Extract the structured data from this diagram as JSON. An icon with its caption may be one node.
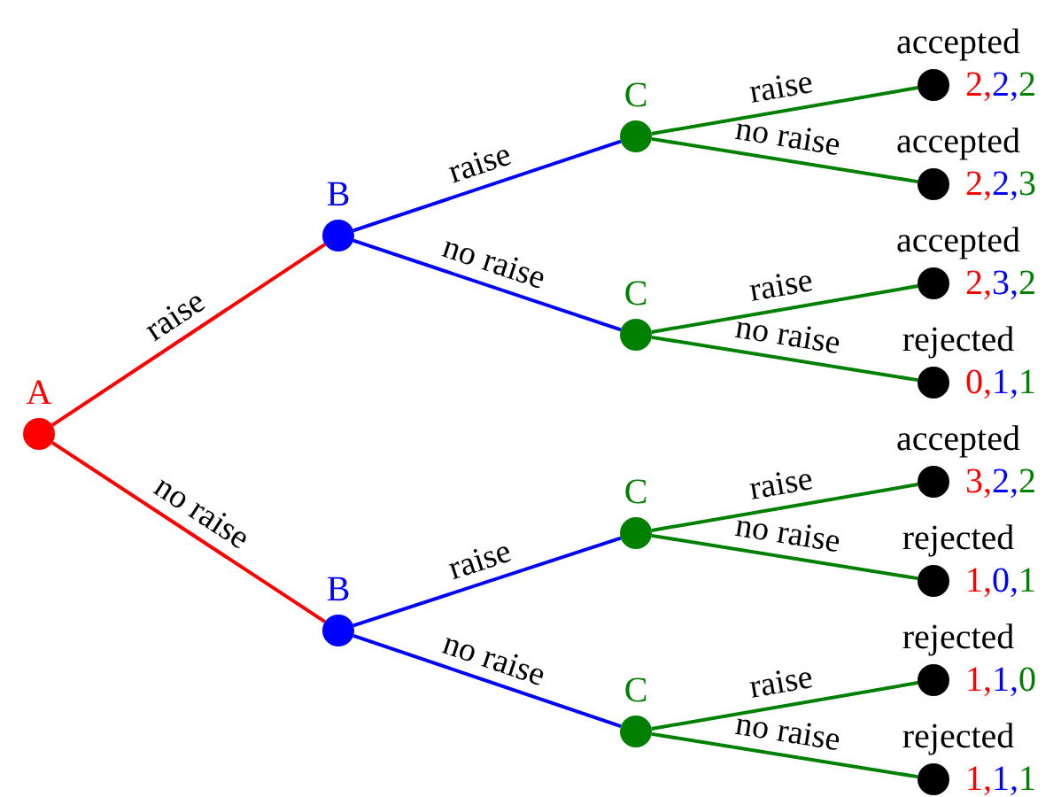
{
  "diagram": {
    "nodes": [
      {
        "text": [
          "A"
        ]
      },
      {
        "text": [
          "B"
        ]
      },
      {
        "text": [
          "B"
        ]
      },
      {
        "text": [
          "C"
        ]
      },
      {
        "text": [
          "C"
        ]
      },
      {
        "text": [
          "C"
        ]
      },
      {
        "text": [
          "C"
        ]
      },
      {
        "text": [
          "accepted"
        ],
        "beside": [
          "2,2,2"
        ]
      },
      {
        "text": [
          "accepted"
        ],
        "beside": [
          "2,2,3"
        ]
      },
      {
        "text": [
          "accepted"
        ],
        "beside": [
          "2,3,2"
        ]
      },
      {
        "text": [
          "rejected"
        ],
        "beside": [
          "0,1,1"
        ]
      },
      {
        "text": [
          "accepted"
        ],
        "beside": [
          "3,2,2"
        ]
      },
      {
        "text": [
          "rejected"
        ],
        "beside": [
          "1,0,1"
        ]
      },
      {
        "text": [
          "rejected"
        ],
        "beside": [
          "1,1,0"
        ]
      },
      {
        "text": [
          "rejected"
        ],
        "beside": [
          "1,1,1"
        ]
      }
    ],
    "edges": [
      {
        "from": 0,
        "to": 1,
        "arrow": "none",
        "label": "raise",
        "color": "#ff0000"
      },
      {
        "from": 0,
        "to": 2,
        "arrow": "none",
        "label": "no raise",
        "color": "#ff0000"
      },
      {
        "from": 1,
        "to": 3,
        "arrow": "none",
        "label": "raise",
        "color": "#0000ff"
      },
      {
        "from": 1,
        "to": 4,
        "arrow": "none",
        "label": "no raise",
        "color": "#0000ff"
      },
      {
        "from": 2,
        "to": 5,
        "arrow": "none",
        "label": "raise",
        "color": "#0000ff"
      },
      {
        "from": 2,
        "to": 6,
        "arrow": "none",
        "label": "no raise",
        "color": "#0000ff"
      },
      {
        "from": 3,
        "to": 7,
        "arrow": "none",
        "label": "raise"
      },
      {
        "from": 3,
        "to": 8,
        "arrow": "none",
        "label": "no raise"
      },
      {
        "from": 4,
        "to": 9,
        "arrow": "none",
        "label": "raise"
      },
      {
        "from": 4,
        "to": 10,
        "arrow": "none",
        "label": "no raise"
      },
      {
        "from": 5,
        "to": 11,
        "arrow": "none",
        "label": "raise"
      },
      {
        "from": 5,
        "to": 12,
        "arrow": "none",
        "label": "no raise"
      },
      {
        "from": 6,
        "to": 13,
        "arrow": "none",
        "label": "raise"
      },
      {
        "from": 6,
        "to": 14,
        "arrow": "none",
        "label": "no raise"
      }
    ]
  }
}
